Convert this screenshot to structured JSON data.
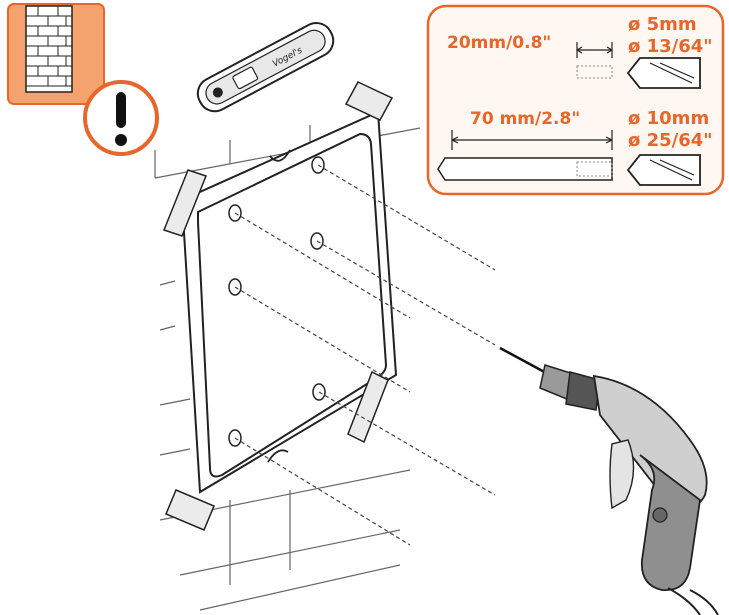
{
  "colors": {
    "accent": "#e8662a",
    "accent_fill": "#f4a36f",
    "panel_fill": "#fff7f2",
    "ink": "#222222",
    "line": "#666666"
  },
  "icons": {
    "wall_type": "brick-wall-icon",
    "warning": "exclamation-icon",
    "level": "spirit-level-icon",
    "template": "drilling-template-icon",
    "drill": "power-drill-icon",
    "bit_small": "drill-bit-icon",
    "bit_large": "drill-bit-icon"
  },
  "drill_specs": {
    "small": {
      "depth": "20mm/0.8\"",
      "diameter_metric": "ø 5mm",
      "diameter_imperial": "ø 13/64\""
    },
    "large": {
      "depth": "70 mm/2.8\"",
      "diameter_metric": "ø 10mm",
      "diameter_imperial": "ø 25/64\""
    }
  },
  "level_brand": "Vogel's"
}
